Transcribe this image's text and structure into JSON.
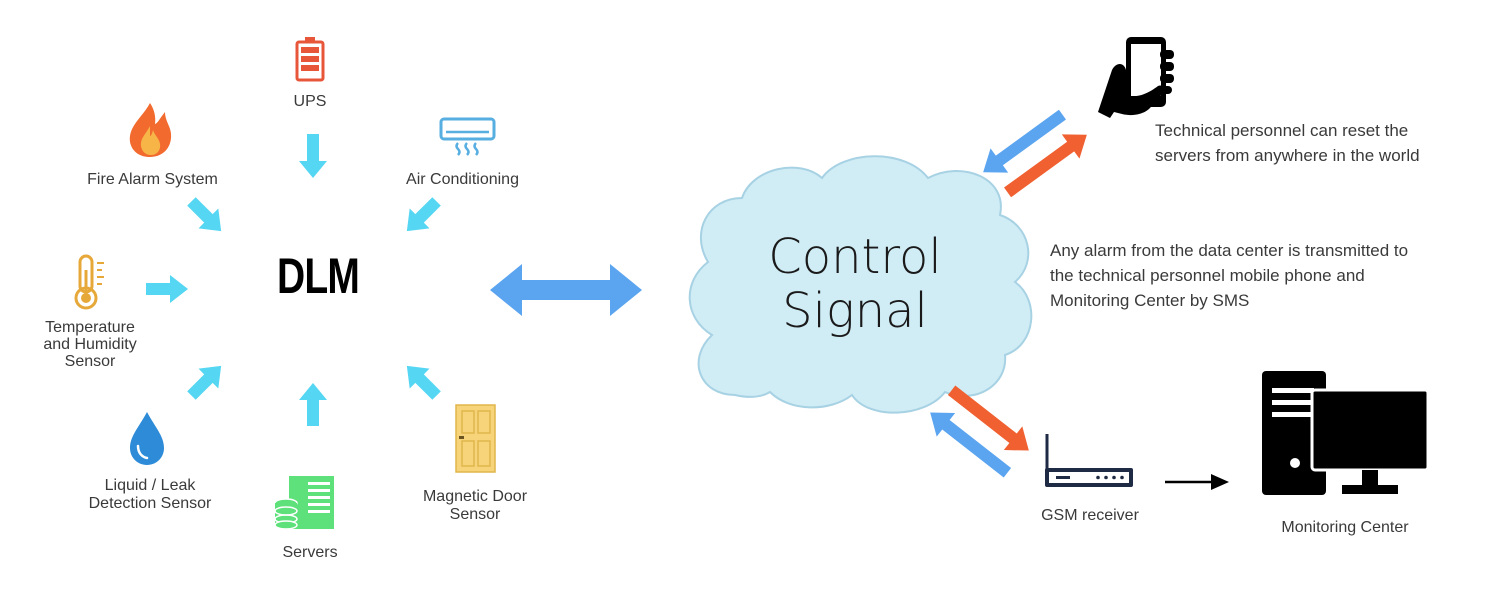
{
  "hub": {
    "label": "DLM"
  },
  "sources": {
    "ups": "UPS",
    "fire_alarm": "Fire Alarm System",
    "air_conditioning": "Air Conditioning",
    "temp_humidity": [
      "Temperature",
      "and Humidity",
      "Sensor"
    ],
    "leak": [
      "Liquid / Leak",
      "Detection Sensor"
    ],
    "servers": "Servers",
    "magnetic_door": [
      "Magnetic Door",
      "Sensor"
    ]
  },
  "cloud": {
    "lines": [
      "Control",
      "Signal"
    ]
  },
  "mobile_note": [
    "Technical personnel can reset the",
    "servers from anywhere in the world"
  ],
  "alarm_note": [
    "Any alarm from the data center is transmitted to",
    "the technical personnel mobile phone and",
    "Monitoring Center by SMS"
  ],
  "gsm": {
    "label": "GSM receiver"
  },
  "monitoring": {
    "label": "Monitoring Center"
  },
  "colors": {
    "inbound_arrow": "#55d6f2",
    "blue_arrow": "#5aa4f0",
    "orange_arrow": "#f06030",
    "cloud_fill": "#d0ecf5",
    "cloud_stroke": "#a7d2e4",
    "fire": "#f26a2e",
    "ups": "#e8563a",
    "ac": "#57aee0",
    "thermo": "#e7a83a",
    "drop": "#2d8bd8",
    "server": "#5ee07a",
    "door": "#f7d47a"
  },
  "icons": [
    "ups-battery-icon",
    "fire-icon",
    "air-conditioner-icon",
    "thermometer-icon",
    "water-drop-icon",
    "server-database-icon",
    "door-icon",
    "mobile-phone-hand-icon",
    "gsm-router-icon",
    "desktop-computer-icon"
  ]
}
